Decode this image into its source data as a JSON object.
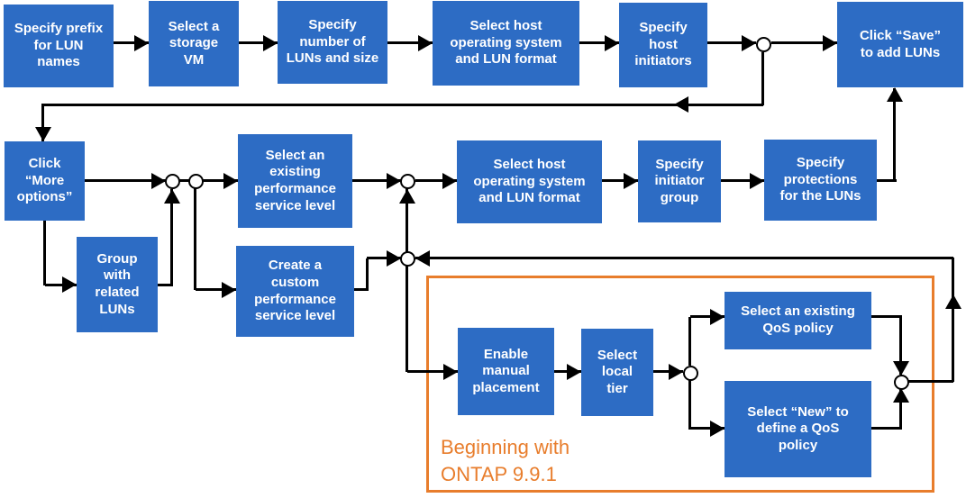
{
  "colors": {
    "box_blue": "#2D6CC4",
    "accent_orange": "#E87D2C",
    "connector_black": "#000000",
    "box_text_white": "#FFFFFF"
  },
  "nodes": {
    "prefix": "Specify prefix\nfor LUN\nnames",
    "storage_vm": "Select a\nstorage\nVM",
    "num_luns": "Specify\nnumber of\nLUNs and size",
    "host_os_1": "Select host\noperating system\nand LUN format",
    "host_initiators": "Specify\nhost\ninitiators",
    "save": "Click “Save”\nto add LUNs",
    "more_options": "Click\n“More\noptions”",
    "group_related": "Group\nwith\nrelated\nLUNs",
    "existing_psl": "Select an\nexisting\nperformance\nservice level",
    "custom_psl": "Create a\ncustom\nperformance\nservice level",
    "host_os_2": "Select host\noperating system\nand LUN format",
    "initiator_group": "Specify\ninitiator\ngroup",
    "protections": "Specify\nprotections\nfor the LUNs",
    "enable_manual": "Enable\nmanual\nplacement",
    "local_tier": "Select\nlocal\ntier",
    "existing_qos": "Select an existing\nQoS policy",
    "new_qos": "Select “New” to\ndefine a  QoS\npolicy"
  },
  "annotation": "Beginning  with\nONTAP 9.9.1"
}
